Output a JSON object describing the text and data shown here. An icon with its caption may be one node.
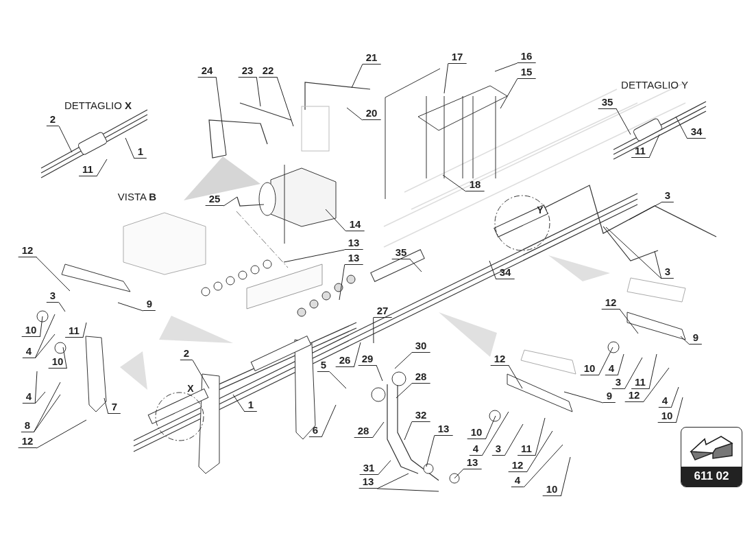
{
  "diagram": {
    "nodes": [
      {
        "text": [
          "2"
        ]
      },
      {
        "text": [
          "1"
        ]
      },
      {
        "text": [
          "11"
        ]
      },
      {
        "text": [
          "24"
        ]
      },
      {
        "text": [
          "23"
        ]
      },
      {
        "text": [
          "22"
        ]
      },
      {
        "text": [
          "21"
        ]
      },
      {
        "text": [
          "20"
        ]
      },
      {
        "text": [
          "17"
        ]
      },
      {
        "text": [
          "16"
        ]
      },
      {
        "text": [
          "15"
        ]
      },
      {
        "text": [
          "18"
        ]
      },
      {
        "text": [
          "14"
        ]
      },
      {
        "text": [
          "25"
        ]
      },
      {
        "text": [
          "13"
        ]
      },
      {
        "text": [
          "13"
        ]
      },
      {
        "text": [
          "12"
        ]
      },
      {
        "text": [
          "3"
        ]
      },
      {
        "text": [
          "9"
        ]
      },
      {
        "text": [
          "10"
        ]
      },
      {
        "text": [
          "11"
        ]
      },
      {
        "text": [
          "4"
        ]
      },
      {
        "text": [
          "10"
        ]
      },
      {
        "text": [
          "4"
        ]
      },
      {
        "text": [
          "7"
        ]
      },
      {
        "text": [
          "8"
        ]
      },
      {
        "text": [
          "12"
        ]
      },
      {
        "text": [
          "2"
        ]
      },
      {
        "text": [
          "1"
        ]
      },
      {
        "text": [
          "5"
        ]
      },
      {
        "text": [
          "6"
        ]
      },
      {
        "text": [
          "26"
        ]
      },
      {
        "text": [
          "29"
        ]
      },
      {
        "text": [
          "27"
        ]
      },
      {
        "text": [
          "30"
        ]
      },
      {
        "text": [
          "28"
        ]
      },
      {
        "text": [
          "28"
        ]
      },
      {
        "text": [
          "32"
        ]
      },
      {
        "text": [
          "31"
        ]
      },
      {
        "text": [
          "13"
        ]
      },
      {
        "text": [
          "13"
        ]
      },
      {
        "text": [
          "13"
        ]
      },
      {
        "text": [
          "12"
        ]
      },
      {
        "text": [
          "10"
        ]
      },
      {
        "text": [
          "4"
        ]
      },
      {
        "text": [
          "3"
        ]
      },
      {
        "text": [
          "11"
        ]
      },
      {
        "text": [
          "12"
        ]
      },
      {
        "text": [
          "4"
        ]
      },
      {
        "text": [
          "10"
        ]
      },
      {
        "text": [
          "9"
        ]
      },
      {
        "text": [
          "12"
        ]
      },
      {
        "text": [
          "10"
        ]
      },
      {
        "text": [
          "4"
        ]
      },
      {
        "text": [
          "3"
        ]
      },
      {
        "text": [
          "11"
        ]
      },
      {
        "text": [
          "12"
        ]
      },
      {
        "text": [
          "9"
        ]
      },
      {
        "text": [
          "4"
        ]
      },
      {
        "text": [
          "10"
        ]
      },
      {
        "text": [
          "35"
        ]
      },
      {
        "text": [
          "34"
        ]
      },
      {
        "text": [
          "3"
        ]
      },
      {
        "text": [
          "3"
        ]
      },
      {
        "text": [
          "35"
        ]
      },
      {
        "text": [
          "34"
        ]
      },
      {
        "text": [
          "11"
        ]
      },
      {
        "text": [
          "611 02"
        ]
      }
    ],
    "edges": [
      {
        "from": 0,
        "to": null,
        "arrow": "none"
      },
      {
        "from": 1,
        "to": null,
        "arrow": "none"
      },
      {
        "from": 2,
        "to": null,
        "arrow": "none"
      },
      {
        "from": 3,
        "to": null,
        "arrow": "none"
      },
      {
        "from": 4,
        "to": null,
        "arrow": "none"
      },
      {
        "from": 5,
        "to": null,
        "arrow": "none"
      },
      {
        "from": 6,
        "to": null,
        "arrow": "none"
      },
      {
        "from": 7,
        "to": null,
        "arrow": "none"
      },
      {
        "from": 8,
        "to": null,
        "arrow": "none"
      },
      {
        "from": 9,
        "to": null,
        "arrow": "none"
      },
      {
        "from": 10,
        "to": null,
        "arrow": "none"
      },
      {
        "from": 11,
        "to": null,
        "arrow": "none"
      },
      {
        "from": 12,
        "to": null,
        "arrow": "none"
      },
      {
        "from": 13,
        "to": null,
        "arrow": "none"
      },
      {
        "from": 14,
        "to": null,
        "arrow": "none"
      },
      {
        "from": 15,
        "to": null,
        "arrow": "none"
      },
      {
        "from": 16,
        "to": null,
        "arrow": "none"
      },
      {
        "from": 17,
        "to": null,
        "arrow": "none"
      },
      {
        "from": 18,
        "to": null,
        "arrow": "none"
      },
      {
        "from": 19,
        "to": null,
        "arrow": "none"
      },
      {
        "from": 20,
        "to": null,
        "arrow": "none"
      },
      {
        "from": 21,
        "to": null,
        "arrow": "none"
      },
      {
        "from": 22,
        "to": null,
        "arrow": "none"
      },
      {
        "from": 23,
        "to": null,
        "arrow": "none"
      },
      {
        "from": 24,
        "to": null,
        "arrow": "none"
      },
      {
        "from": 25,
        "to": null,
        "arrow": "none"
      },
      {
        "from": 26,
        "to": null,
        "arrow": "none"
      },
      {
        "from": 27,
        "to": null,
        "arrow": "none"
      },
      {
        "from": 28,
        "to": null,
        "arrow": "none"
      },
      {
        "from": 29,
        "to": null,
        "arrow": "none"
      },
      {
        "from": 30,
        "to": null,
        "arrow": "none"
      },
      {
        "from": 31,
        "to": null,
        "arrow": "none"
      },
      {
        "from": 32,
        "to": null,
        "arrow": "none"
      },
      {
        "from": 33,
        "to": null,
        "arrow": "none"
      },
      {
        "from": 34,
        "to": null,
        "arrow": "none"
      },
      {
        "from": 35,
        "to": null,
        "arrow": "none"
      },
      {
        "from": 36,
        "to": null,
        "arrow": "none"
      },
      {
        "from": 37,
        "to": null,
        "arrow": "none"
      },
      {
        "from": 38,
        "to": null,
        "arrow": "none"
      },
      {
        "from": 39,
        "to": null,
        "arrow": "none"
      },
      {
        "from": 40,
        "to": null,
        "arrow": "none"
      },
      {
        "from": 41,
        "to": null,
        "arrow": "none"
      },
      {
        "from": 42,
        "to": null,
        "arrow": "none"
      },
      {
        "from": 43,
        "to": null,
        "arrow": "none"
      },
      {
        "from": 44,
        "to": null,
        "arrow": "none"
      },
      {
        "from": 45,
        "to": null,
        "arrow": "none"
      },
      {
        "from": 46,
        "to": null,
        "arrow": "none"
      },
      {
        "from": 47,
        "to": null,
        "arrow": "none"
      },
      {
        "from": 48,
        "to": null,
        "arrow": "none"
      },
      {
        "from": 49,
        "to": null,
        "arrow": "none"
      },
      {
        "from": 50,
        "to": null,
        "arrow": "none"
      },
      {
        "from": 51,
        "to": null,
        "arrow": "none"
      },
      {
        "from": 52,
        "to": null,
        "arrow": "none"
      },
      {
        "from": 53,
        "to": null,
        "arrow": "none"
      },
      {
        "from": 54,
        "to": null,
        "arrow": "none"
      },
      {
        "from": 55,
        "to": null,
        "arrow": "none"
      },
      {
        "from": 56,
        "to": null,
        "arrow": "none"
      },
      {
        "from": 57,
        "to": null,
        "arrow": "none"
      },
      {
        "from": 58,
        "to": null,
        "arrow": "none"
      },
      {
        "from": 59,
        "to": null,
        "arrow": "none"
      },
      {
        "from": 60,
        "to": null,
        "arrow": "none"
      },
      {
        "from": 61,
        "to": null,
        "arrow": "none"
      },
      {
        "from": 62,
        "to": null,
        "arrow": "none"
      },
      {
        "from": 63,
        "to": null,
        "arrow": "none"
      },
      {
        "from": 64,
        "to": null,
        "arrow": "none"
      },
      {
        "from": 65,
        "to": null,
        "arrow": "none"
      },
      {
        "from": 66,
        "to": null,
        "arrow": "none"
      },
      {
        "from": 21,
        "to": null,
        "arrow": "none"
      },
      {
        "from": 23,
        "to": null,
        "arrow": "none"
      },
      {
        "from": 25,
        "to": null,
        "arrow": "none"
      },
      {
        "from": 39,
        "to": null,
        "arrow": "none"
      },
      {
        "from": 63,
        "to": null,
        "arrow": "none"
      }
    ],
    "labels": [
      "DETTAGLIO **X**",
      "DETTAGLIO Y",
      "VISTA **B**",
      "Y",
      "X"
    ]
  }
}
